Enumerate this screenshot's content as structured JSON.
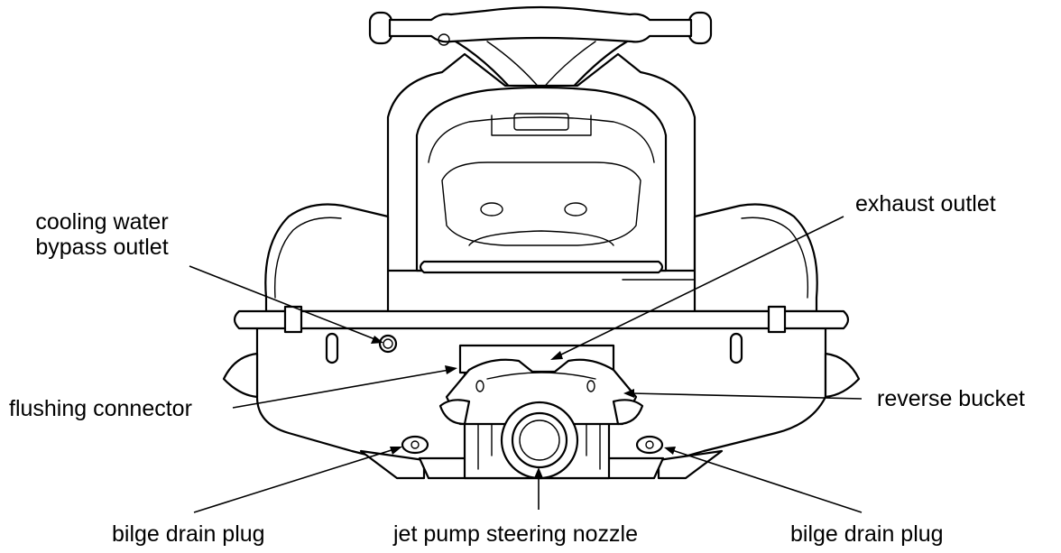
{
  "labels": {
    "cooling_water_bypass_outlet_line1": "cooling water",
    "cooling_water_bypass_outlet_line2": "bypass outlet",
    "exhaust_outlet": "exhaust outlet",
    "flushing_connector": "flushing connector",
    "reverse_bucket": "reverse bucket",
    "bilge_drain_plug_left": "bilge drain plug",
    "jet_pump_steering_nozzle": "jet pump steering nozzle",
    "bilge_drain_plug_right": "bilge drain plug"
  }
}
